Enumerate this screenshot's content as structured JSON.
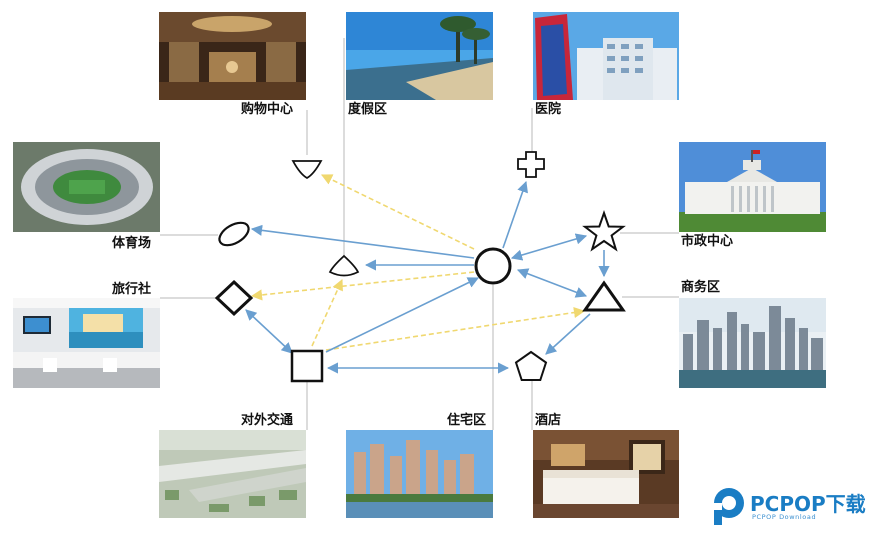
{
  "nodes": [
    {
      "id": "shopping",
      "label": "购物中心",
      "shape": "lens"
    },
    {
      "id": "resort",
      "label": "度假区",
      "shape": "water-drop"
    },
    {
      "id": "hospital",
      "label": "医院",
      "shape": "cross"
    },
    {
      "id": "stadium",
      "label": "体育场",
      "shape": "oval"
    },
    {
      "id": "government",
      "label": "市政中心",
      "shape": "star"
    },
    {
      "id": "agency",
      "label": "旅行社",
      "shape": "diamond"
    },
    {
      "id": "business",
      "label": "商务区",
      "shape": "triangle"
    },
    {
      "id": "transport",
      "label": "对外交通",
      "shape": "square"
    },
    {
      "id": "residential",
      "label": "住宅区",
      "shape": "circle"
    },
    {
      "id": "hotel",
      "label": "酒店",
      "shape": "pentagon"
    }
  ],
  "edges": {
    "solid_color": "#6a9fd0",
    "dashed_color": "#f0d870"
  },
  "logo": {
    "text": "PCPOP下载",
    "sub": "PCPOP Download",
    "color": "#1a7dc4"
  }
}
